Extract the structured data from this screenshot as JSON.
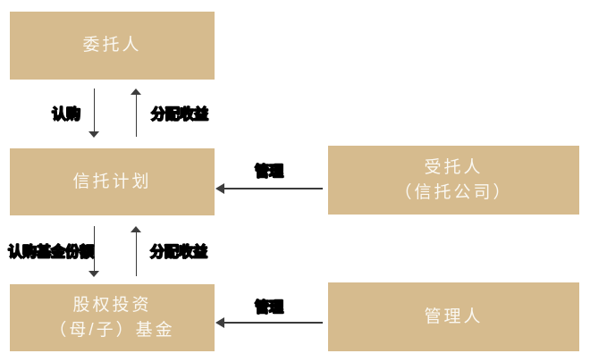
{
  "colors": {
    "box_fill": "#d6bb8e",
    "box_text": "#faf8f2",
    "line": "#3a3a3a",
    "arrowhead": "#3d3d3d",
    "label_text": "#000000",
    "background": "#ffffff"
  },
  "nodes": {
    "principal": {
      "lines": [
        "委托人"
      ]
    },
    "trust_plan": {
      "lines": [
        "信托计划"
      ]
    },
    "trustee": {
      "lines": [
        "受托人",
        "（信托公司）"
      ]
    },
    "fund": {
      "lines": [
        "股权投资",
        "（母/子）基金"
      ]
    },
    "manager": {
      "lines": [
        "管理人"
      ]
    }
  },
  "edges": {
    "subscribe": {
      "label": "认购",
      "from": "委托人",
      "to": "信托计划",
      "direction": "down"
    },
    "distribute_income_1": {
      "label": "分配收益",
      "from": "信托计划",
      "to": "委托人",
      "direction": "up"
    },
    "subscribe_fund_shares": {
      "label": "认购基金份额",
      "from": "信托计划",
      "to": "股权投资（母/子）基金",
      "direction": "down"
    },
    "distribute_income_2": {
      "label": "分配收益",
      "from": "股权投资（母/子）基金",
      "to": "信托计划",
      "direction": "up"
    },
    "manage_trust": {
      "label": "管理",
      "from": "受托人（信托公司）",
      "to": "信托计划",
      "direction": "left"
    },
    "manage_fund": {
      "label": "管理",
      "from": "管理人",
      "to": "股权投资（母/子）基金",
      "direction": "left"
    }
  }
}
